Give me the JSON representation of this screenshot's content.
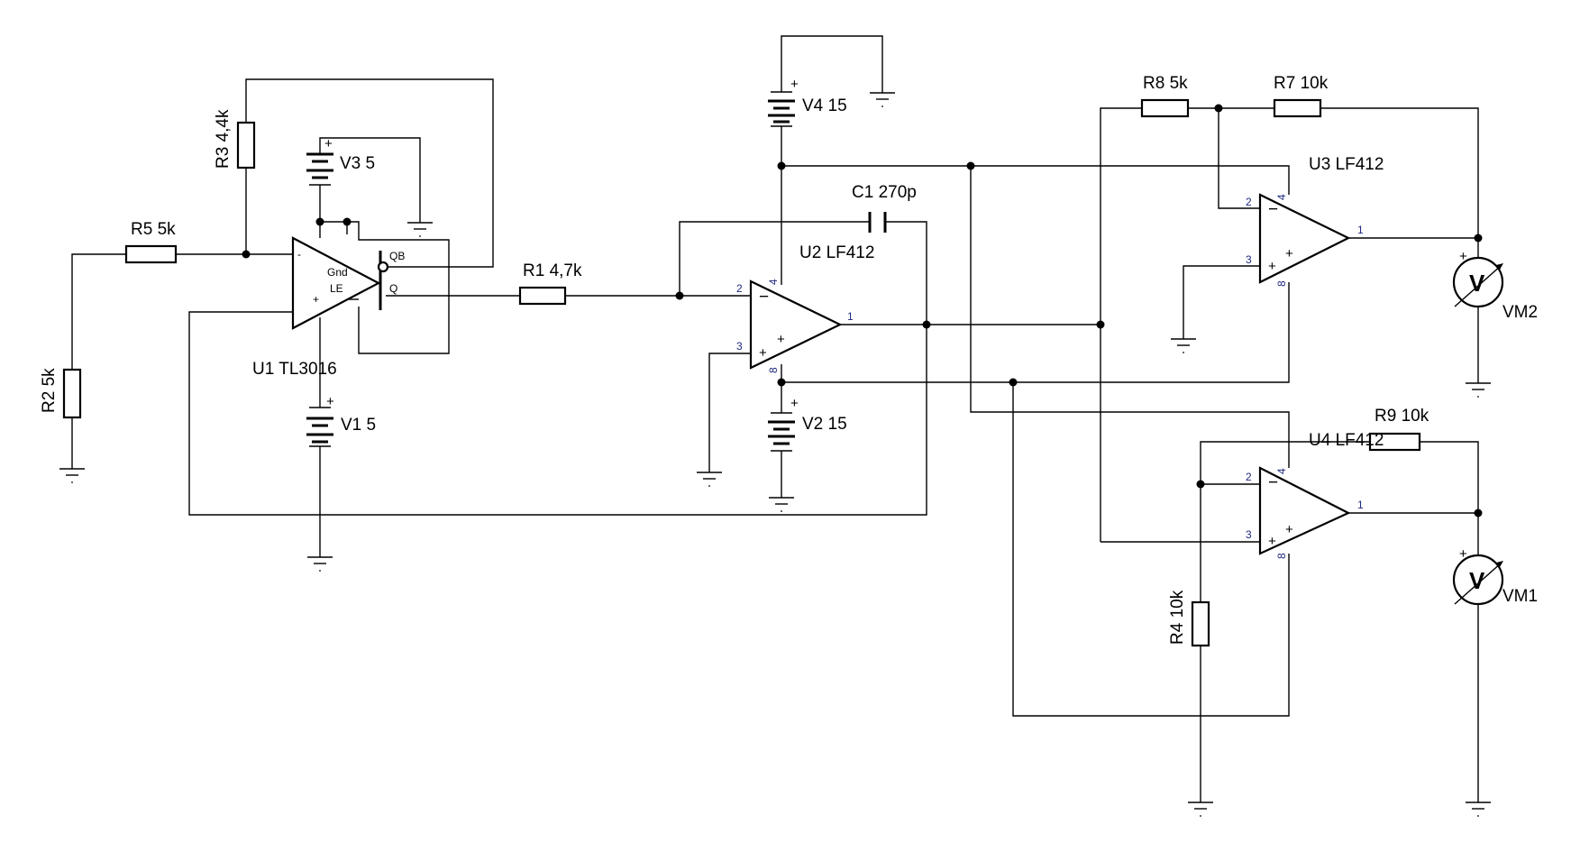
{
  "components": {
    "R1": "R1 4,7k",
    "R2": "R2 5k",
    "R3": "R3 4,4k",
    "R4": "R4 10k",
    "R5": "R5 5k",
    "R7": "R7 10k",
    "R8": "R8 5k",
    "R9": "R9 10k",
    "C1": "C1 270p",
    "V1": "V1 5",
    "V2": "V2 15",
    "V3": "V3 5",
    "V4": "V4 15",
    "U1": "U1 TL3016",
    "U2": "U2 LF412",
    "U3": "U3 LF412",
    "U4": "U4 LF412",
    "VM1": "VM1",
    "VM2": "VM2"
  },
  "comparator": {
    "gnd": "Gnd",
    "le": "LE",
    "qb": "QB",
    "q": "Q",
    "minus": "-",
    "plus": "+"
  },
  "pins": {
    "p1": "1",
    "p2": "2",
    "p3": "3",
    "p4": "4",
    "p8": "8"
  },
  "symbols": {
    "plus": "+",
    "minus": "−",
    "meter": "V"
  }
}
